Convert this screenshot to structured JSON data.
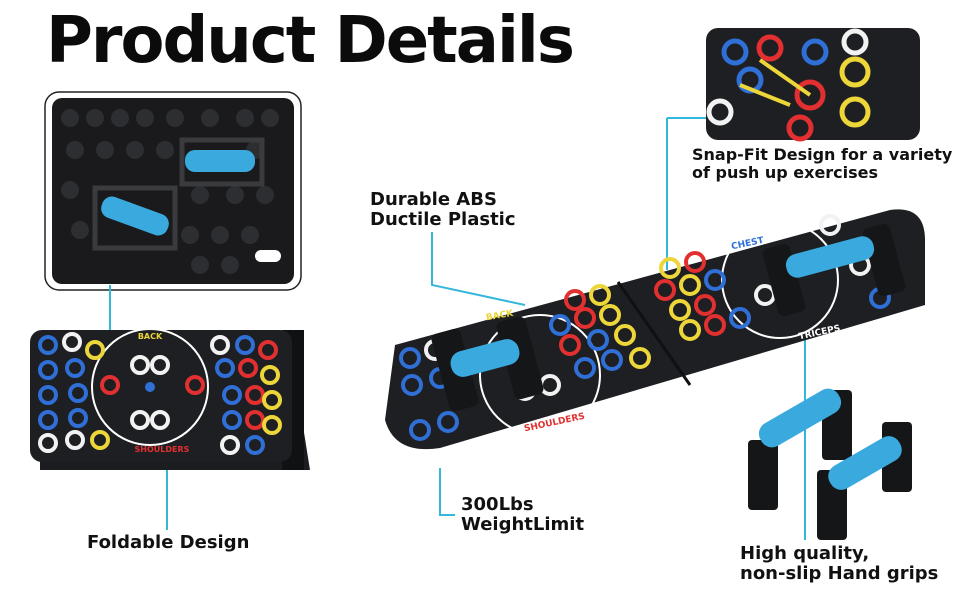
{
  "title": "Product Details",
  "callouts": {
    "foldable": "Foldable Design",
    "abs": [
      "Durable ABS",
      "Ductile Plastic"
    ],
    "weight": [
      "300Lbs",
      "WeightLimit"
    ],
    "snapfit": [
      "Snap-Fit Design for a variety",
      "of push up exercises"
    ],
    "grips": [
      "High quality,",
      "non-slip Hand grips"
    ]
  },
  "board_labels": {
    "back": "BACK",
    "shoulders": "SHOULDERS",
    "chest": "CHEST",
    "triceps": "TRICEPS"
  },
  "colors": {
    "accent_line": "#35b7dc",
    "board": "#1e1f22",
    "grip": "#3aa9de",
    "ring_red": "#e23030",
    "ring_blue": "#2f6fd6",
    "ring_yellow": "#ecd63a",
    "ring_white": "#f2f2f2"
  }
}
